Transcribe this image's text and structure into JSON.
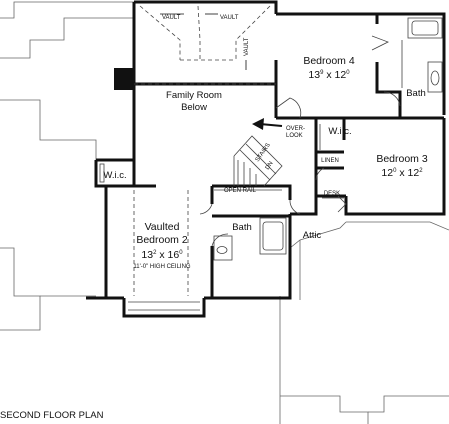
{
  "plan_title": "SECOND FLOOR PLAN",
  "rooms": {
    "bedroom4": {
      "name": "Bedroom 4",
      "dim_a": "13",
      "dim_a_sup": "9",
      "dim_sep": " x ",
      "dim_b": "12",
      "dim_b_sup": "0"
    },
    "bedroom3": {
      "name": "Bedroom 3",
      "dim_a": "12",
      "dim_a_sup": "0",
      "dim_sep": " x ",
      "dim_b": "12",
      "dim_b_sup": "2"
    },
    "bedroom2": {
      "name_1": "Vaulted",
      "name_2": "Bedroom 2",
      "dim_a": "13",
      "dim_a_sup": "2",
      "dim_sep": " x ",
      "dim_b": "16",
      "dim_b_sup": "0",
      "note": "11'-0\" HIGH CEILING"
    },
    "family": {
      "name_1": "Family Room",
      "name_2": "Below"
    },
    "bath_upper": "Bath",
    "bath_lower": "Bath",
    "wic_left": "W.i.c.",
    "wic_right": "W.i.c.",
    "linen": "LINEN",
    "desk": "DESK",
    "attic": "Attic"
  },
  "annotations": {
    "vault_1": "VAULT",
    "vault_2": "VAULT",
    "vault_3": "VAULT",
    "overlook_1": "OVER-",
    "overlook_2": "LOOK",
    "stairs": "STAIRS",
    "dn": "DN",
    "open_rail": "OPEN RAIL"
  }
}
